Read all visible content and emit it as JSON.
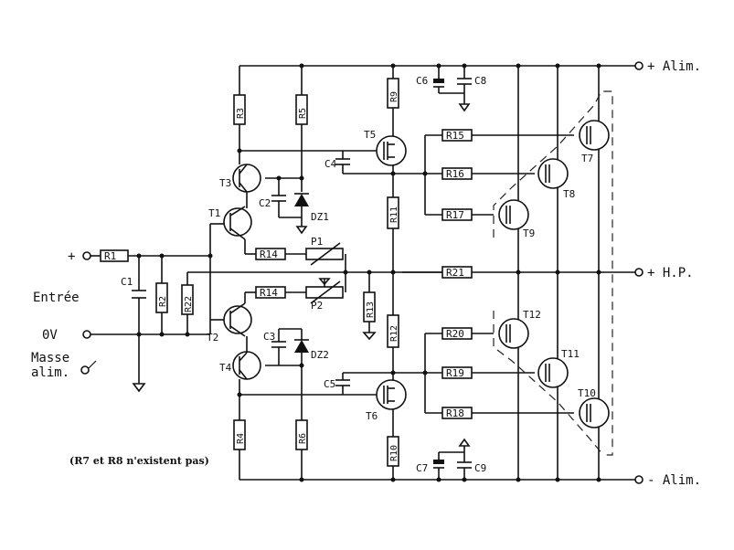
{
  "rails": {
    "pos_supply": "+ Alim.",
    "neg_supply": "- Alim.",
    "hp_out": "+ H.P."
  },
  "inputs": {
    "plus": "+",
    "entree": "Entrée",
    "zero_v": "0V",
    "masse_line1": "Masse",
    "masse_line2": "alim."
  },
  "note": "(R7 et R8 n'existent pas)",
  "transistors": {
    "T1": "T1",
    "T2": "T2",
    "T3": "T3",
    "T4": "T4",
    "T5": "T5",
    "T6": "T6",
    "T7": "T7",
    "T8": "T8",
    "T9": "T9",
    "T10": "T10",
    "T11": "T11",
    "T12": "T12"
  },
  "resistors": {
    "R1": "R1",
    "R2": "R2",
    "R3": "R3",
    "R4": "R4",
    "R5": "R5",
    "R6": "R6",
    "R9": "R9",
    "R10": "R10",
    "R11": "R11",
    "R12": "R12",
    "R13": "R13",
    "R14a": "R14",
    "R14b": "R14",
    "R15": "R15",
    "R16": "R16",
    "R17": "R17",
    "R18": "R18",
    "R19": "R19",
    "R20": "R20",
    "R21": "R21",
    "R22": "R22"
  },
  "capacitors": {
    "C1": "C1",
    "C2": "C2",
    "C3": "C3",
    "C4": "C4",
    "C5": "C5",
    "C6": "C6",
    "C7": "C7",
    "C8": "C8",
    "C9": "C9"
  },
  "others": {
    "P1": "P1",
    "P2": "P2",
    "DZ1": "DZ1",
    "DZ2": "DZ2"
  }
}
